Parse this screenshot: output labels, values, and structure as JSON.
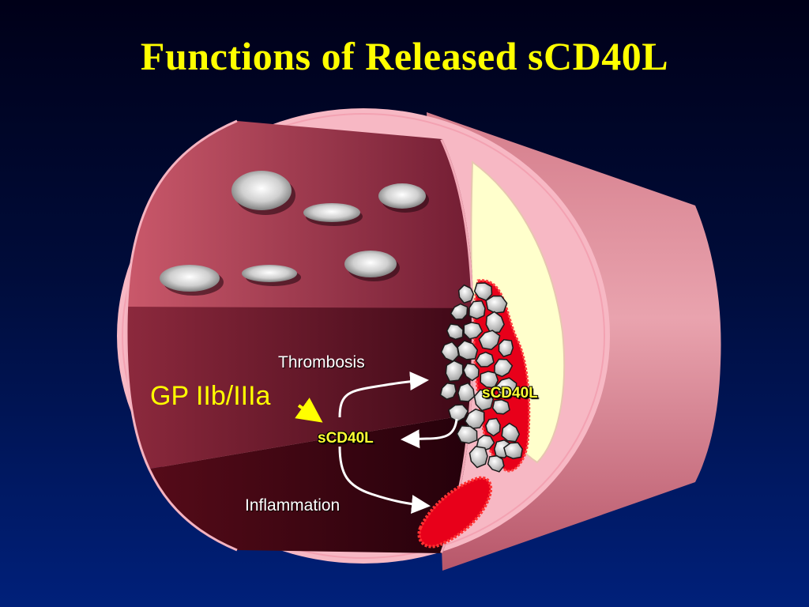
{
  "title": "Functions of Released sCD40L",
  "labels": {
    "thrombosis": "Thrombosis",
    "gp_receptor": "GP IIb/IIIa",
    "scd40l_center": "sCD40L",
    "scd40l_plaque": "sCD40L",
    "inflammation": "Inflammation"
  },
  "colors": {
    "title": "#ffff00",
    "vessel_wall": "#f7b8c4",
    "vessel_interior": "#b8475a",
    "vessel_floor": "#5a0c1a",
    "plaque": "#ffffcc",
    "clot": "#e8001a",
    "arrow": "#ffffff",
    "gp_arrow": "#ffff00"
  },
  "icons": {
    "platelets": "platelet-icon",
    "clot": "platelet-aggregate-icon",
    "inflammation": "inflammatory-cell-icon"
  }
}
